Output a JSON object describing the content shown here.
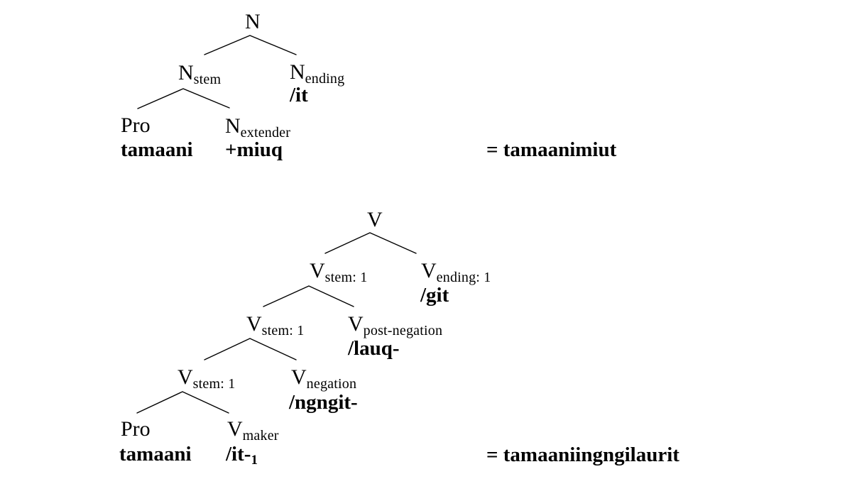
{
  "page": {
    "background_color": "#ffffff",
    "text_color": "#000000"
  },
  "noun_tree": {
    "root": {
      "cat": "N"
    },
    "stem": {
      "cat": "N",
      "sub": "stem"
    },
    "ending": {
      "cat": "N",
      "sub": "ending",
      "morpheme": "/it"
    },
    "pro": {
      "cat": "Pro",
      "morpheme": "tamaani"
    },
    "extender": {
      "cat": "N",
      "sub": "extender",
      "morpheme": "+miuq"
    },
    "result": "= tamaanimiut"
  },
  "verb_tree": {
    "root": {
      "cat": "V"
    },
    "stem_top": {
      "cat": "V",
      "sub": "stem: 1"
    },
    "ending": {
      "cat": "V",
      "sub": "ending: 1",
      "morpheme": "/git"
    },
    "stem_mid": {
      "cat": "V",
      "sub": "stem: 1"
    },
    "post_negation": {
      "cat": "V",
      "sub": "post-negation",
      "morpheme": "/lauq-"
    },
    "stem_low": {
      "cat": "V",
      "sub": "stem: 1"
    },
    "negation": {
      "cat": "V",
      "sub": "negation",
      "morpheme": "/ngngit-"
    },
    "pro": {
      "cat": "Pro",
      "morpheme": "tamaani"
    },
    "maker": {
      "cat": "V",
      "sub": "maker",
      "morpheme": "/it-",
      "morpheme_sub": "1"
    },
    "result": "= tamaaniingngilaurit"
  }
}
